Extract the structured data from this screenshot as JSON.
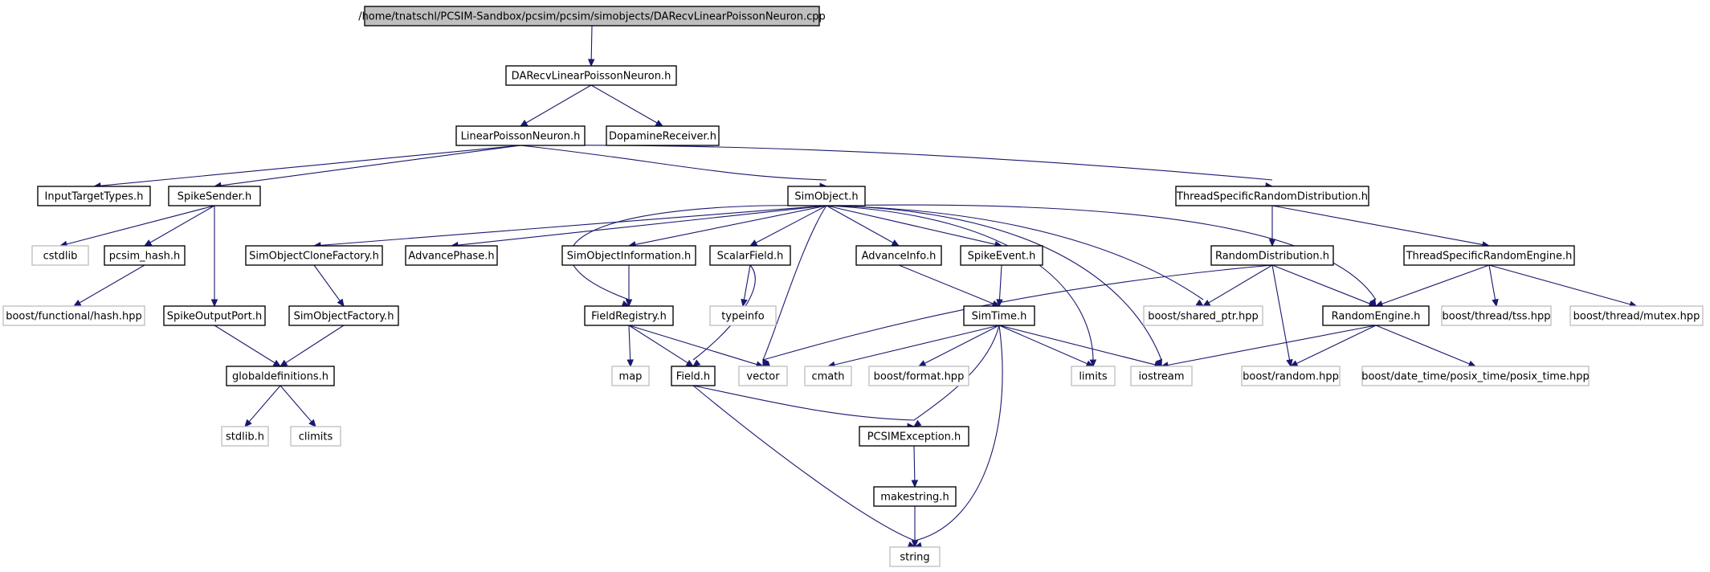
{
  "graph": {
    "type": "include-dependency-graph",
    "colors": {
      "edge": "#191970",
      "root_fill": "#bfbfbf",
      "node_border": "#000000",
      "external_border": "#bfbfbf"
    },
    "nodes": [
      {
        "id": "root",
        "label": "/home/tnatschl/PCSIM-Sandbox/pcsim/pcsim/simobjects/DARecvLinearPoissonNeuron.cpp",
        "kind": "root"
      },
      {
        "id": "darecv",
        "label": "DARecvLinearPoissonNeuron.h",
        "kind": "local"
      },
      {
        "id": "lpn",
        "label": "LinearPoissonNeuron.h",
        "kind": "local"
      },
      {
        "id": "dopa",
        "label": "DopamineReceiver.h",
        "kind": "local"
      },
      {
        "id": "itt",
        "label": "InputTargetTypes.h",
        "kind": "local"
      },
      {
        "id": "ssend",
        "label": "SpikeSender.h",
        "kind": "local"
      },
      {
        "id": "simobj",
        "label": "SimObject.h",
        "kind": "local"
      },
      {
        "id": "tsrd",
        "label": "ThreadSpecificRandomDistribution.h",
        "kind": "local"
      },
      {
        "id": "cstdlib",
        "label": "cstdlib",
        "kind": "external"
      },
      {
        "id": "pcsimhash",
        "label": "pcsim_hash.h",
        "kind": "local"
      },
      {
        "id": "socf",
        "label": "SimObjectCloneFactory.h",
        "kind": "local"
      },
      {
        "id": "advph",
        "label": "AdvancePhase.h",
        "kind": "local"
      },
      {
        "id": "soinfo",
        "label": "SimObjectInformation.h",
        "kind": "local"
      },
      {
        "id": "scalar",
        "label": "ScalarField.h",
        "kind": "local"
      },
      {
        "id": "advinfo",
        "label": "AdvanceInfo.h",
        "kind": "local"
      },
      {
        "id": "spkev",
        "label": "SpikeEvent.h",
        "kind": "local"
      },
      {
        "id": "randdist",
        "label": "RandomDistribution.h",
        "kind": "local"
      },
      {
        "id": "tsre",
        "label": "ThreadSpecificRandomEngine.h",
        "kind": "local"
      },
      {
        "id": "bfhash",
        "label": "boost/functional/hash.hpp",
        "kind": "external"
      },
      {
        "id": "sop",
        "label": "SpikeOutputPort.h",
        "kind": "local"
      },
      {
        "id": "sof",
        "label": "SimObjectFactory.h",
        "kind": "local"
      },
      {
        "id": "typeinfo",
        "label": "typeinfo",
        "kind": "external"
      },
      {
        "id": "fieldreg",
        "label": "FieldRegistry.h",
        "kind": "local"
      },
      {
        "id": "simtime",
        "label": "SimTime.h",
        "kind": "local"
      },
      {
        "id": "sharedptr",
        "label": "boost/shared_ptr.hpp",
        "kind": "external"
      },
      {
        "id": "randeng",
        "label": "RandomEngine.h",
        "kind": "local"
      },
      {
        "id": "tss",
        "label": "boost/thread/tss.hpp",
        "kind": "external"
      },
      {
        "id": "mutex",
        "label": "boost/thread/mutex.hpp",
        "kind": "external"
      },
      {
        "id": "globdef",
        "label": "globaldefinitions.h",
        "kind": "local"
      },
      {
        "id": "map",
        "label": "map",
        "kind": "external"
      },
      {
        "id": "field",
        "label": "Field.h",
        "kind": "local"
      },
      {
        "id": "vector",
        "label": "vector",
        "kind": "external"
      },
      {
        "id": "cmath",
        "label": "cmath",
        "kind": "external"
      },
      {
        "id": "bformat",
        "label": "boost/format.hpp",
        "kind": "external"
      },
      {
        "id": "limits",
        "label": "limits",
        "kind": "external"
      },
      {
        "id": "iostream",
        "label": "iostream",
        "kind": "external"
      },
      {
        "id": "brandom",
        "label": "boost/random.hpp",
        "kind": "external"
      },
      {
        "id": "posixtime",
        "label": "boost/date_time/posix_time/posix_time.hpp",
        "kind": "external"
      },
      {
        "id": "stdlibh",
        "label": "stdlib.h",
        "kind": "external"
      },
      {
        "id": "climits",
        "label": "climits",
        "kind": "external"
      },
      {
        "id": "pcsimex",
        "label": "PCSIMException.h",
        "kind": "local"
      },
      {
        "id": "makestr",
        "label": "makestring.h",
        "kind": "local"
      },
      {
        "id": "string",
        "label": "string",
        "kind": "external"
      }
    ],
    "edges": [
      [
        "root",
        "darecv"
      ],
      [
        "darecv",
        "lpn"
      ],
      [
        "darecv",
        "dopa"
      ],
      [
        "lpn",
        "itt"
      ],
      [
        "lpn",
        "ssend"
      ],
      [
        "lpn",
        "simobj"
      ],
      [
        "lpn",
        "tsrd"
      ],
      [
        "ssend",
        "cstdlib"
      ],
      [
        "ssend",
        "pcsimhash"
      ],
      [
        "ssend",
        "sop"
      ],
      [
        "pcsimhash",
        "bfhash"
      ],
      [
        "simobj",
        "socf"
      ],
      [
        "simobj",
        "advph"
      ],
      [
        "simobj",
        "soinfo"
      ],
      [
        "simobj",
        "scalar"
      ],
      [
        "simobj",
        "advinfo"
      ],
      [
        "simobj",
        "spkev"
      ],
      [
        "simobj",
        "fieldreg"
      ],
      [
        "simobj",
        "vector"
      ],
      [
        "simobj",
        "limits"
      ],
      [
        "simobj",
        "iostream"
      ],
      [
        "simobj",
        "sharedptr"
      ],
      [
        "simobj",
        "randeng"
      ],
      [
        "tsrd",
        "randdist"
      ],
      [
        "tsrd",
        "tsre"
      ],
      [
        "socf",
        "sof"
      ],
      [
        "sop",
        "globdef"
      ],
      [
        "sof",
        "globdef"
      ],
      [
        "soinfo",
        "fieldreg"
      ],
      [
        "scalar",
        "typeinfo"
      ],
      [
        "scalar",
        "field"
      ],
      [
        "advinfo",
        "simtime"
      ],
      [
        "spkev",
        "simtime"
      ],
      [
        "randdist",
        "vector"
      ],
      [
        "randdist",
        "sharedptr"
      ],
      [
        "randdist",
        "randeng"
      ],
      [
        "randdist",
        "brandom"
      ],
      [
        "tsre",
        "randeng"
      ],
      [
        "tsre",
        "tss"
      ],
      [
        "tsre",
        "mutex"
      ],
      [
        "fieldreg",
        "map"
      ],
      [
        "fieldreg",
        "field"
      ],
      [
        "fieldreg",
        "vector"
      ],
      [
        "simtime",
        "cmath"
      ],
      [
        "simtime",
        "bformat"
      ],
      [
        "simtime",
        "limits"
      ],
      [
        "simtime",
        "iostream"
      ],
      [
        "simtime",
        "pcsimex"
      ],
      [
        "simtime",
        "string"
      ],
      [
        "randeng",
        "iostream"
      ],
      [
        "randeng",
        "brandom"
      ],
      [
        "randeng",
        "posixtime"
      ],
      [
        "globdef",
        "stdlibh"
      ],
      [
        "globdef",
        "climits"
      ],
      [
        "field",
        "pcsimex"
      ],
      [
        "field",
        "string"
      ],
      [
        "pcsimex",
        "makestr"
      ],
      [
        "makestr",
        "string"
      ]
    ]
  }
}
